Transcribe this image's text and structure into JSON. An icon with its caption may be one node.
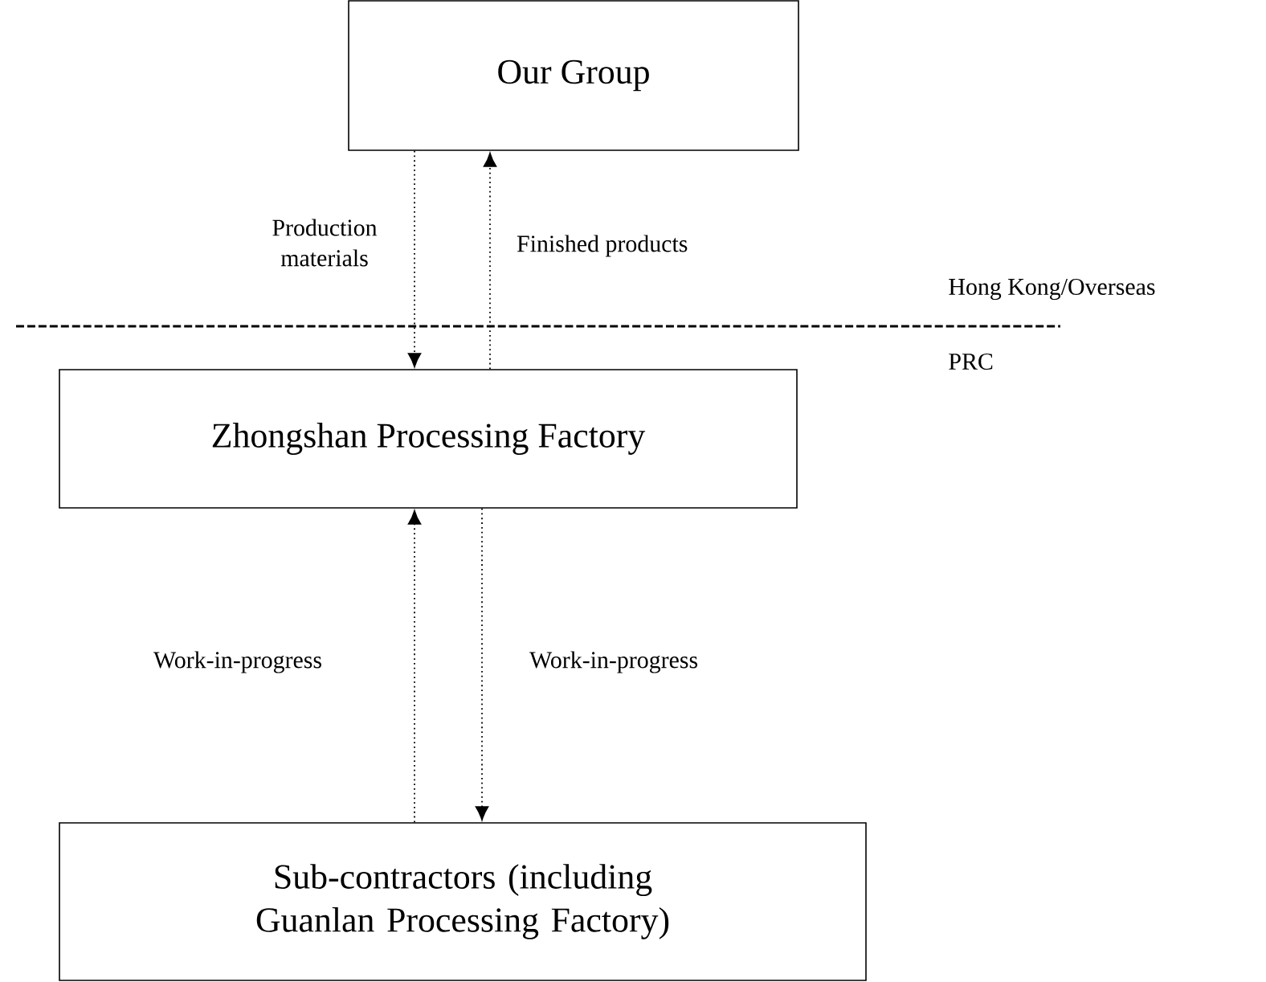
{
  "diagram": {
    "nodes": [
      {
        "text": [
          "Our Group"
        ]
      },
      {
        "text": [
          "Zhongshan Processing Factory"
        ]
      },
      {
        "text": [
          "Sub-contractors (including Guanlan Processing Factory)"
        ]
      }
    ],
    "edges": [
      {
        "from": 0,
        "to": 1,
        "arrow": "to",
        "label": "Production materials"
      },
      {
        "from": 1,
        "to": 0,
        "arrow": "to",
        "label": "Finished products"
      },
      {
        "from": 2,
        "to": 1,
        "arrow": "to",
        "label": "Work-in-progress"
      },
      {
        "from": 1,
        "to": 2,
        "arrow": "to",
        "label": "Work-in-progress"
      }
    ],
    "labels": [
      "Hong Kong/Overseas",
      "PRC"
    ]
  }
}
